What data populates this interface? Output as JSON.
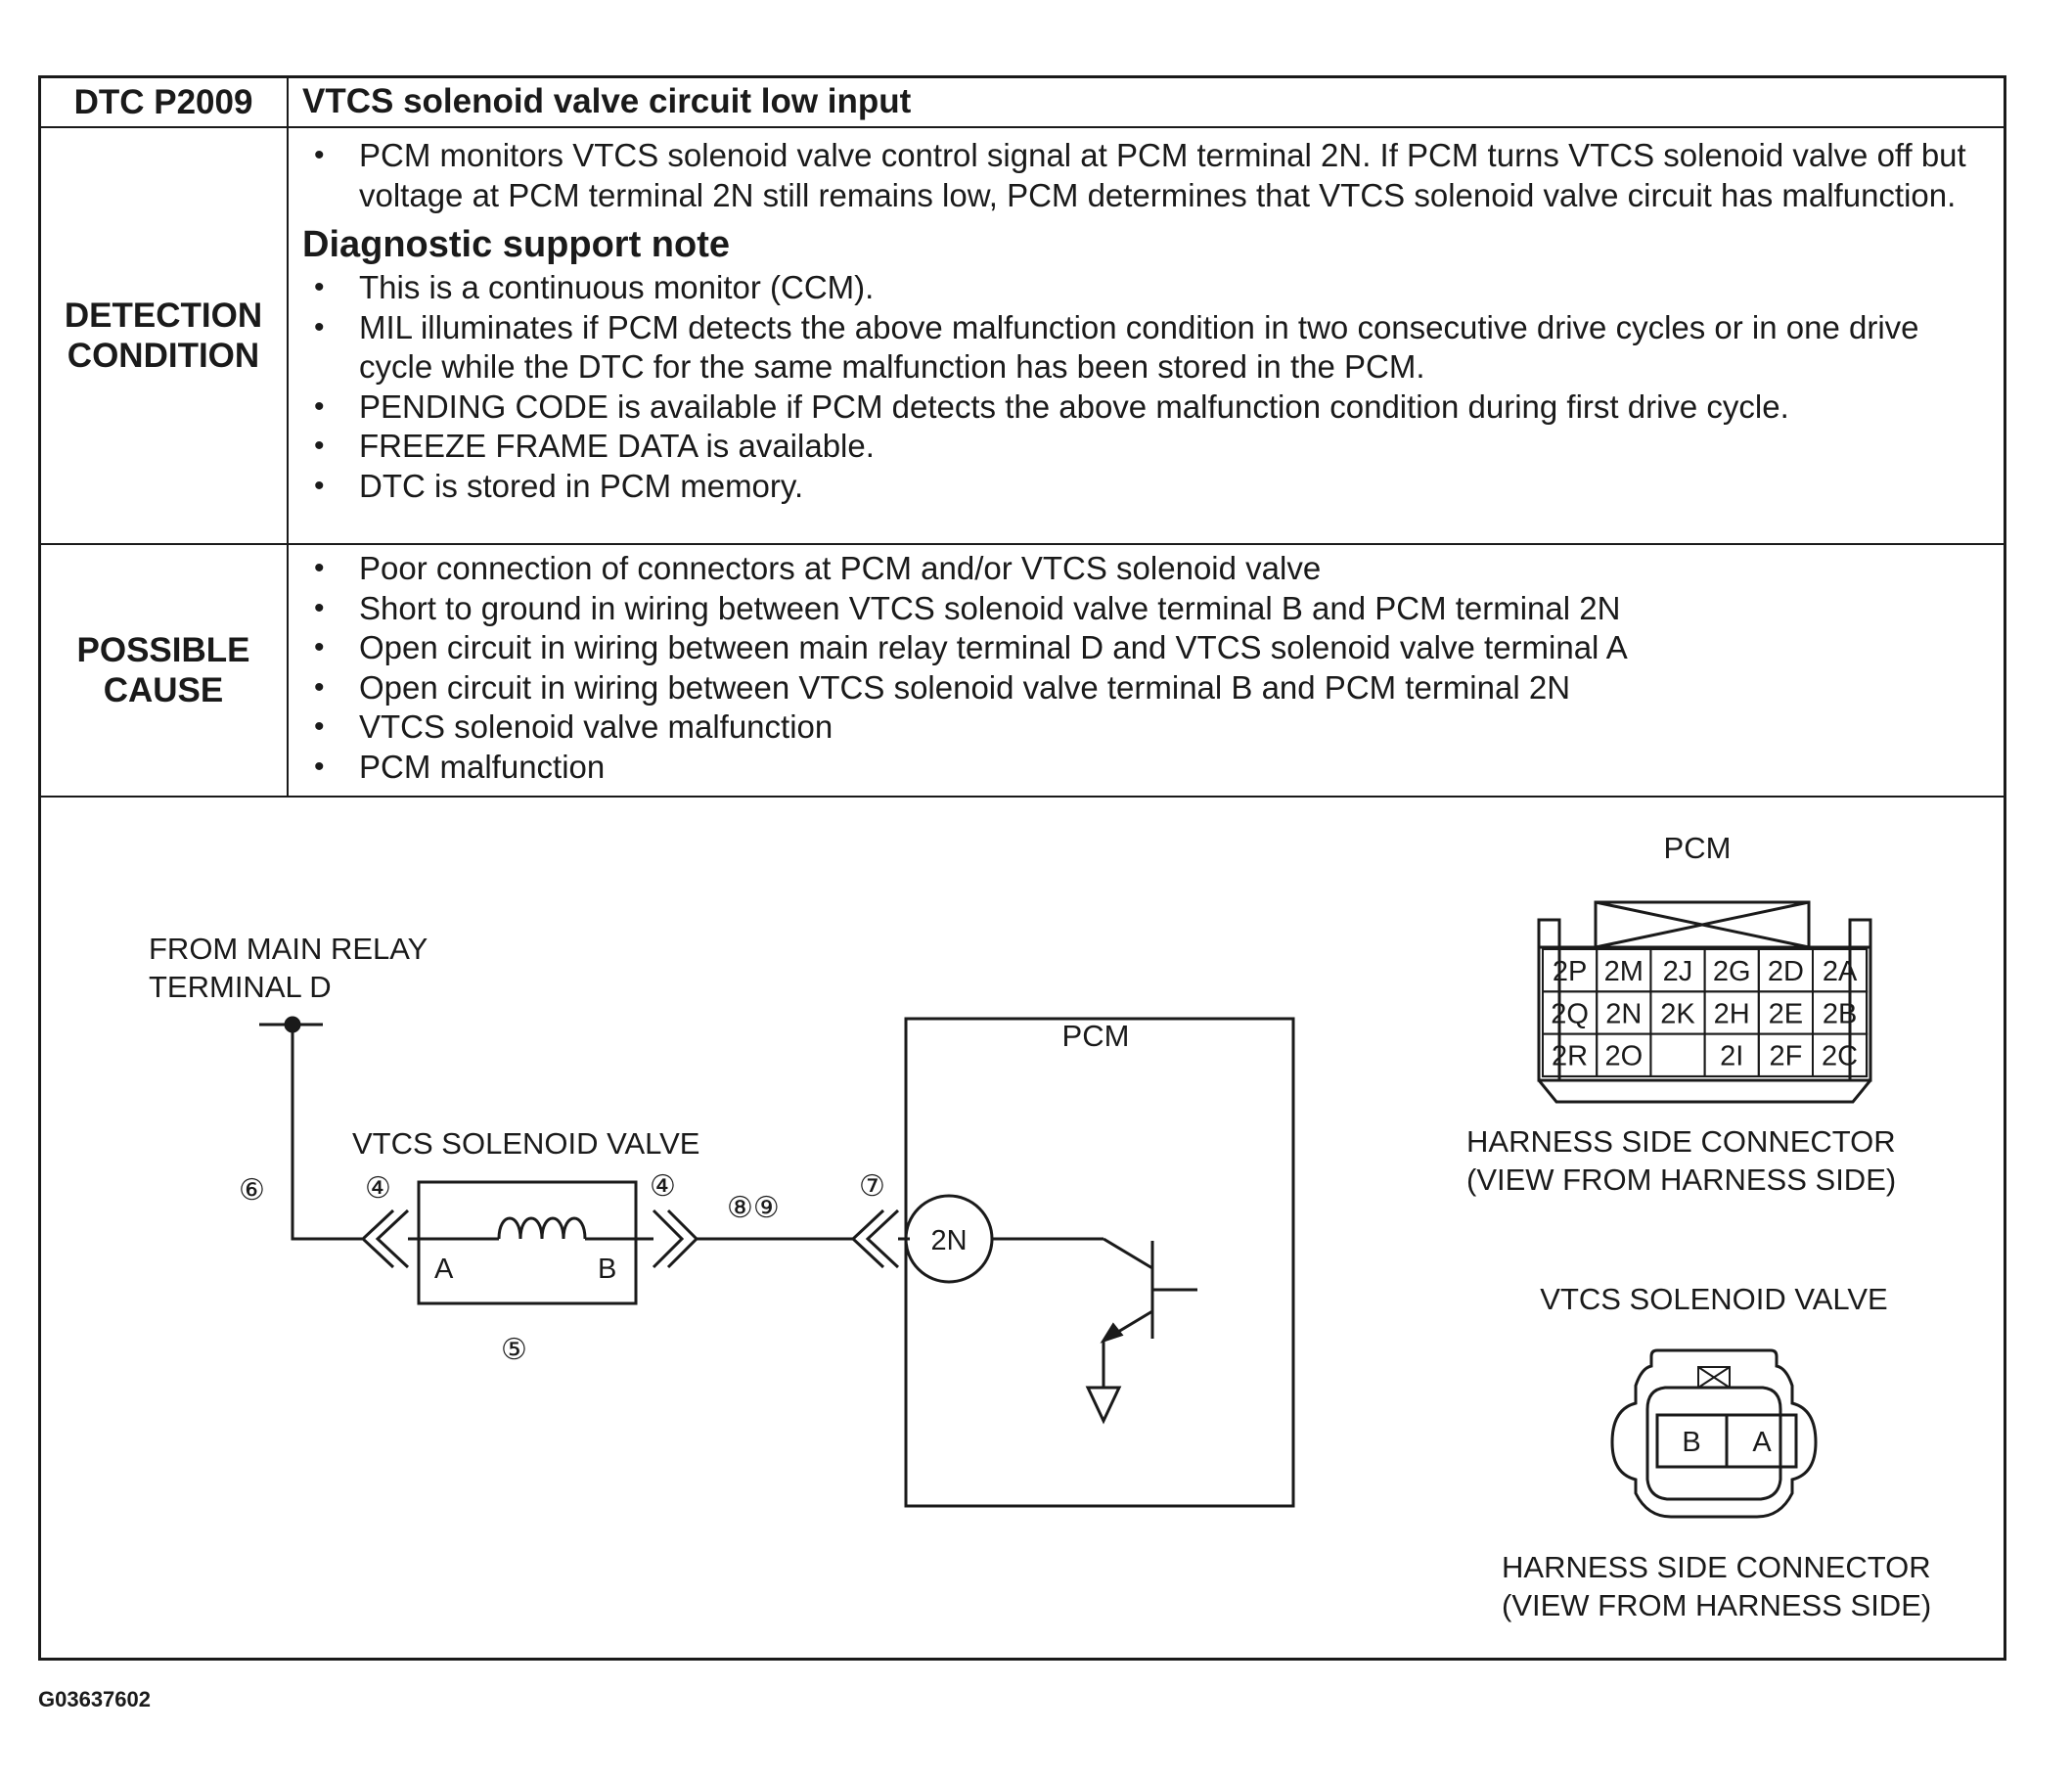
{
  "header": {
    "code": "DTC P2009",
    "title": "VTCS solenoid valve circuit low input"
  },
  "detection": {
    "label_line1": "DETECTION",
    "label_line2": "CONDITION",
    "items": [
      "PCM monitors VTCS solenoid valve control signal at PCM terminal 2N. If PCM turns VTCS solenoid valve off but voltage at PCM terminal 2N still remains low, PCM determines that VTCS solenoid valve circuit has malfunction."
    ],
    "note_heading": "Diagnostic support note",
    "note_items": [
      "This is a continuous monitor (CCM).",
      "MIL illuminates if PCM detects the above malfunction condition in two consecutive drive cycles or in one drive cycle while the DTC for the same malfunction has been stored in the PCM.",
      "PENDING CODE is available if PCM detects the above malfunction condition during first drive cycle.",
      "FREEZE FRAME DATA is available.",
      "DTC is stored in PCM memory."
    ]
  },
  "cause": {
    "label_line1": "POSSIBLE",
    "label_line2": "CAUSE",
    "items": [
      "Poor connection of connectors at PCM and/or VTCS solenoid valve",
      "Short to ground in wiring between VTCS solenoid valve terminal B and PCM terminal 2N",
      "Open circuit in wiring between main relay terminal D and VTCS solenoid valve terminal A",
      "Open circuit in wiring between VTCS solenoid valve terminal B and PCM terminal 2N",
      "VTCS solenoid valve malfunction",
      "PCM malfunction"
    ]
  },
  "schematic": {
    "relay_line1": "FROM MAIN RELAY",
    "relay_line2": "TERMINAL D",
    "valve_label": "VTCS SOLENOID VALVE",
    "valve_term_a": "A",
    "valve_term_b": "B",
    "pcm_label": "PCM",
    "pcm_terminal": "2N",
    "ref_6": "⑥",
    "ref_4_left": "④",
    "ref_4_right": "④",
    "ref_89": "⑧⑨",
    "ref_7": "⑦",
    "ref_5": "⑤"
  },
  "pcm_connector": {
    "title": "PCM",
    "pins": [
      [
        "2P",
        "2M",
        "2J",
        "2G",
        "2D",
        "2A"
      ],
      [
        "2Q",
        "2N",
        "2K",
        "2H",
        "2E",
        "2B"
      ],
      [
        "2R",
        "2O",
        "",
        "2I",
        "2F",
        "2C"
      ]
    ],
    "caption_line1": "HARNESS SIDE CONNECTOR",
    "caption_line2": "(VIEW FROM HARNESS SIDE)"
  },
  "valve_connector": {
    "title": "VTCS SOLENOID VALVE",
    "pins": [
      "B",
      "A"
    ],
    "caption_line1": "HARNESS SIDE CONNECTOR",
    "caption_line2": "(VIEW FROM HARNESS SIDE)"
  },
  "figure_code": "G03637602"
}
